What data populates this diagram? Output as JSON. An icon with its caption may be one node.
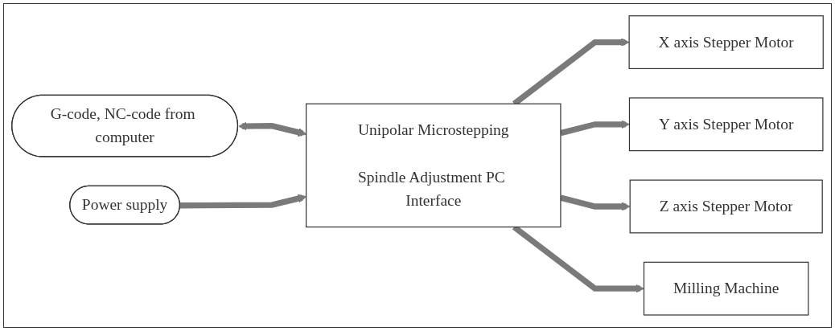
{
  "diagram": {
    "nodes": [
      {
        "text": [
          "G-code, NC-code from computer"
        ]
      },
      {
        "text": [
          "Power supply"
        ]
      },
      {
        "text": [
          "Unipolar Microstepping",
          "Spindle Adjustment PC Interface"
        ]
      },
      {
        "text": [
          "X axis Stepper Motor"
        ]
      },
      {
        "text": [
          "Y axis Stepper Motor"
        ]
      },
      {
        "text": [
          "Z axis Stepper Motor"
        ]
      },
      {
        "text": [
          "Milling Machine"
        ]
      }
    ],
    "edges": [
      {
        "from": 0,
        "to": 2,
        "arrow": "both"
      },
      {
        "from": 1,
        "to": 2,
        "arrow": "to"
      },
      {
        "from": 2,
        "to": 3,
        "arrow": "to"
      },
      {
        "from": 2,
        "to": 4,
        "arrow": "to"
      },
      {
        "from": 2,
        "to": 5,
        "arrow": "to"
      },
      {
        "from": 2,
        "to": 6,
        "arrow": "to"
      }
    ]
  }
}
